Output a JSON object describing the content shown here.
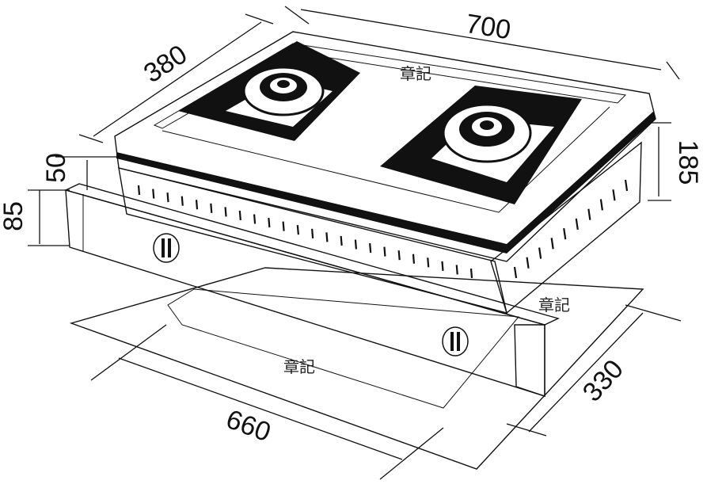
{
  "dimensions": {
    "width_top": "700",
    "depth_top": "380",
    "height_total": "185",
    "top_thickness": "50",
    "panel_height": "85",
    "cutout_width": "660",
    "cutout_depth": "330"
  },
  "watermarks": [
    "章記",
    "章記",
    "章記"
  ],
  "colors": {
    "line": "#111111",
    "fill": "#ffffff",
    "grate": "#111111"
  }
}
